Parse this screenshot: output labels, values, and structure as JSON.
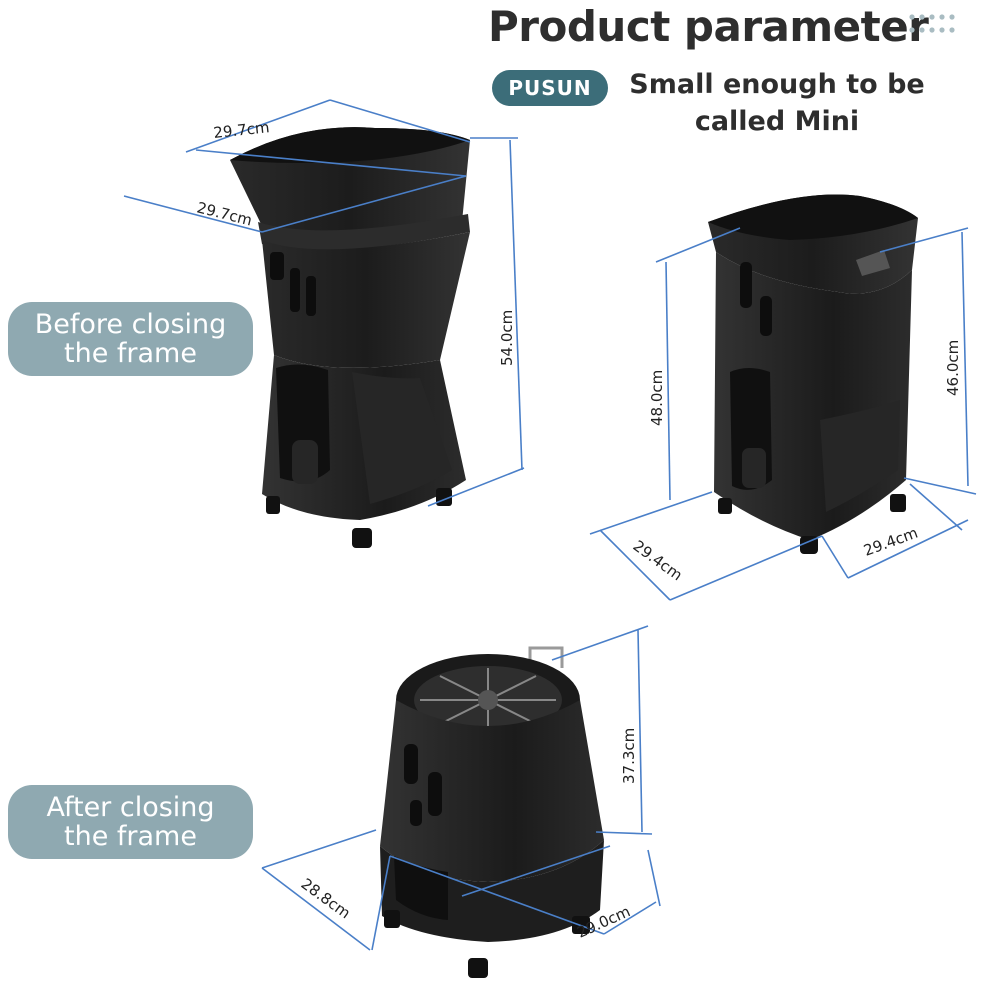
{
  "header": {
    "title": "Product parameter",
    "brand": "PUSUN",
    "tagline_line1": "Small enough to be",
    "tagline_line2": "called Mini"
  },
  "labels": {
    "before_line1": "Before closing",
    "before_line2": "the frame",
    "after_line1": "After closing",
    "after_line2": "the frame"
  },
  "dimensions": {
    "before_top_width": "29.7cm",
    "before_top_depth": "29.7cm",
    "before_height": "54.0cm",
    "open_height_front": "48.0cm",
    "open_height_back": "46.0cm",
    "open_base_depth": "29.4cm",
    "open_base_width": "29.4cm",
    "closed_height": "37.3cm",
    "closed_base_depth": "28.8cm",
    "closed_base_width": "29.0cm"
  },
  "colors": {
    "dimension_line": "#4a7fc8",
    "machine_body": "#1f1f1f",
    "label_pill": "#8fa9b1",
    "brand_badge": "#3c6d79",
    "heading_text": "#2e2e2e"
  }
}
